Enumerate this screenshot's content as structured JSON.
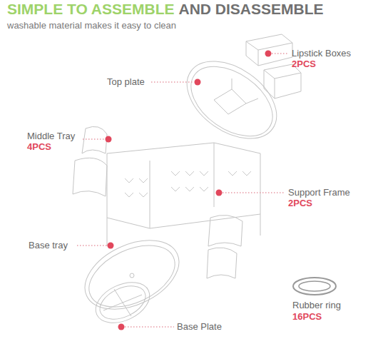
{
  "diagram": {
    "title": "SIMPLE TO ASSEMBLE",
    "labels": [
      "AND DISASSEMBLE",
      "washable material makes it easy to clean",
      "Lipstick Boxes",
      "2PCS",
      "Top plate",
      "Middle Tray",
      "4PCS",
      "Support Frame",
      "2PCS",
      "Base tray",
      "Rubber ring",
      "16PCS",
      "Base Plate"
    ]
  }
}
